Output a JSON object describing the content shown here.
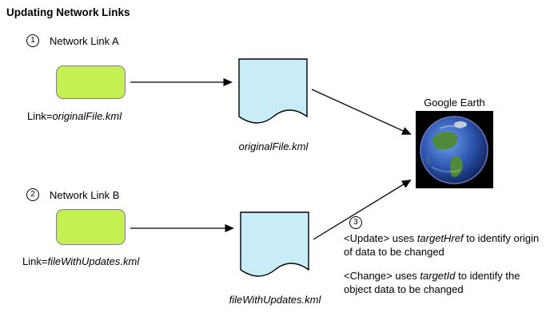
{
  "title": "Updating Network Links",
  "colors": {
    "network_link_box_fill": "#c6ef53",
    "network_link_box_border": "#7f7f7f",
    "document_fill": "#c9edf8",
    "document_border": "#000000"
  },
  "groups": [
    {
      "step_number": "1",
      "label": "Network Link A",
      "link_prefix": "Link=",
      "link_file": "originalFile.kml",
      "doc_label": "originalFile.kml"
    },
    {
      "step_number": "2",
      "label": "Network Link B",
      "link_prefix": "Link=",
      "link_file": "fileWithUpdates.kml",
      "doc_label": "fileWithUpdates.kml"
    }
  ],
  "google_earth": {
    "label": "Google Earth"
  },
  "note": {
    "step_number": "3",
    "line1_parts": [
      "<Update> uses ",
      "targetHref",
      " to identify origin of data to be changed"
    ],
    "line2_parts": [
      "<Change> uses ",
      "targetId",
      " to identify the object data to be changed"
    ]
  }
}
